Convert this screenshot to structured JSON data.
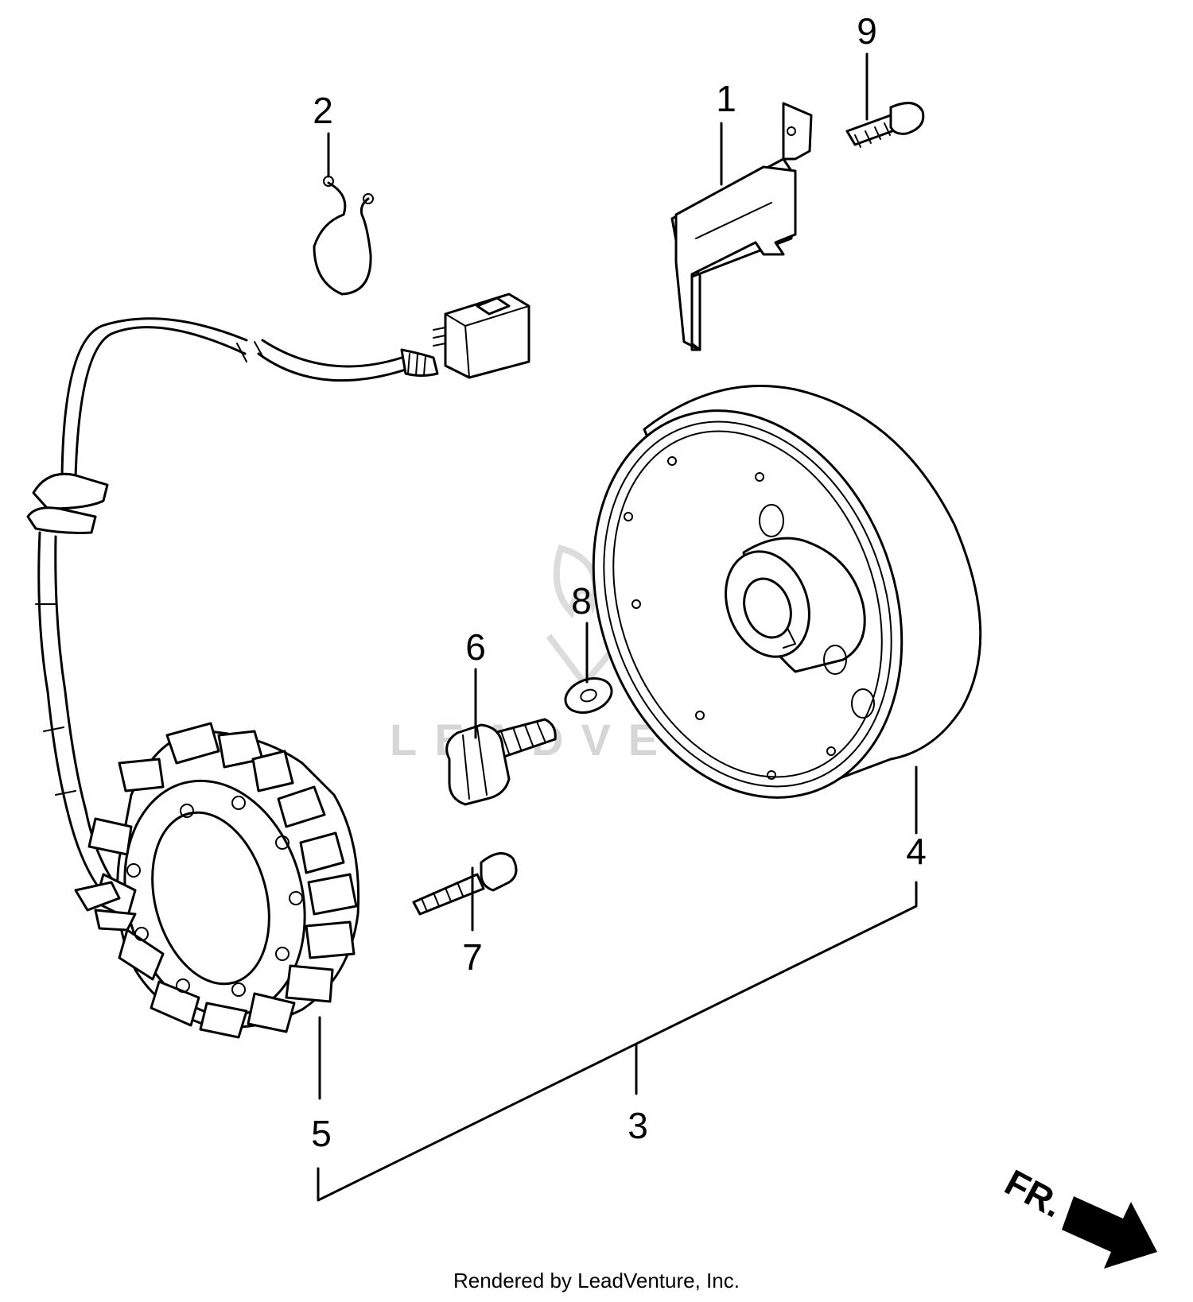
{
  "callouts": {
    "c1": "1",
    "c2": "2",
    "c3": "3",
    "c4": "4",
    "c5": "5",
    "c6": "6",
    "c7": "7",
    "c8": "8",
    "c9": "9"
  },
  "direction_label": "FR.",
  "watermark": "LEADVENTURE",
  "footer": "Rendered by LeadVenture, Inc."
}
